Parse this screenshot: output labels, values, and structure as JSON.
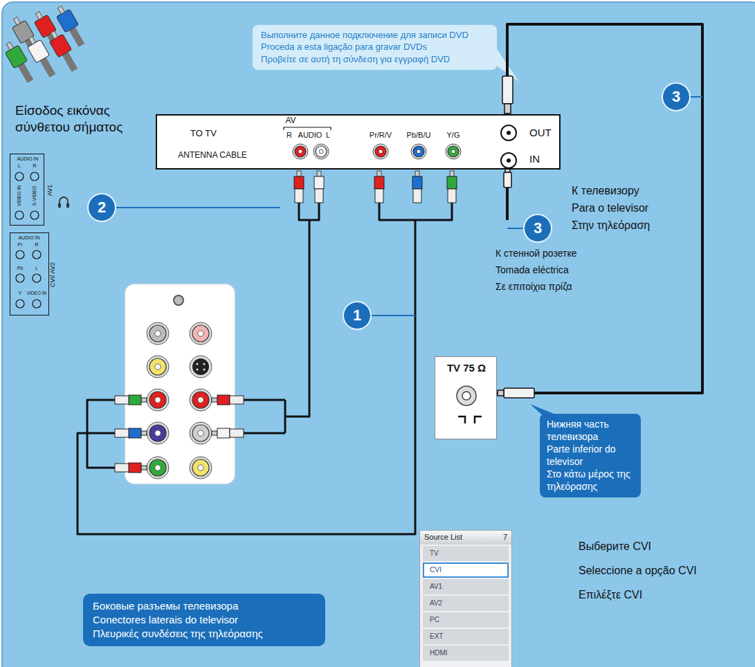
{
  "diagram": {
    "nodes": [
      {
        "text": [
          "AV",
          "TO TV",
          "ANTENNA CABLE",
          "R",
          "AUDIO",
          "L",
          "Pr/R/V",
          "Pb/B/U",
          "Y/G",
          "OUT",
          "IN"
        ]
      },
      {
        "text": [
          "Выполните данное подключение для записи DVD",
          "Proceda a esta ligação para gravar DVDs",
          "Προβείτε σε αυτή τη σύνδεση για εγγραφή DVD"
        ]
      },
      {
        "text": [
          "3"
        ]
      },
      {
        "text": [
          "2"
        ]
      },
      {
        "text": [
          "3"
        ]
      },
      {
        "text": [
          "1"
        ]
      },
      {
        "text": [
          "AUDIO IN",
          "L",
          "R",
          "AV1",
          "VIDEO IN",
          "S-VIDEO"
        ]
      },
      {
        "text": [
          "Pr",
          "R",
          "AUDIO IN",
          "L",
          "Pb",
          "Y",
          "VIDEO IN",
          "CVI/ AV2"
        ]
      },
      {
        "text": [
          "TV 75 Ω"
        ]
      },
      {
        "text": [
          "Нижняя часть телевизора",
          "Parte inferior do televisor",
          "Στο κάτω μέρος της τηλεόρασης"
        ]
      },
      {
        "text": [
          "Боковые разъемы телевизора",
          "Conectores laterais do televisor",
          "Πλευρικές συνδέσεις της τηλεόρασης"
        ]
      },
      {
        "text": [
          "Source List",
          "7",
          "TV",
          "CVI",
          "AV1",
          "AV2",
          "PC",
          "EXT",
          "HDMI"
        ]
      }
    ],
    "edges": [
      {
        "from": 0,
        "to": 8,
        "arrow": "none"
      }
    ],
    "labels": [
      "Είσοδος εικόνας σύνθετου σήματος",
      "К телевизору",
      "Para o televisor",
      "Στην τηλεόραση",
      "К стенной розетке",
      "Tomada eléctrica",
      "Σε επιτοίχια πρίζα",
      "Выберите CVI",
      "Seleccione a opção CVI",
      "Επιλέξτε CVI"
    ]
  }
}
